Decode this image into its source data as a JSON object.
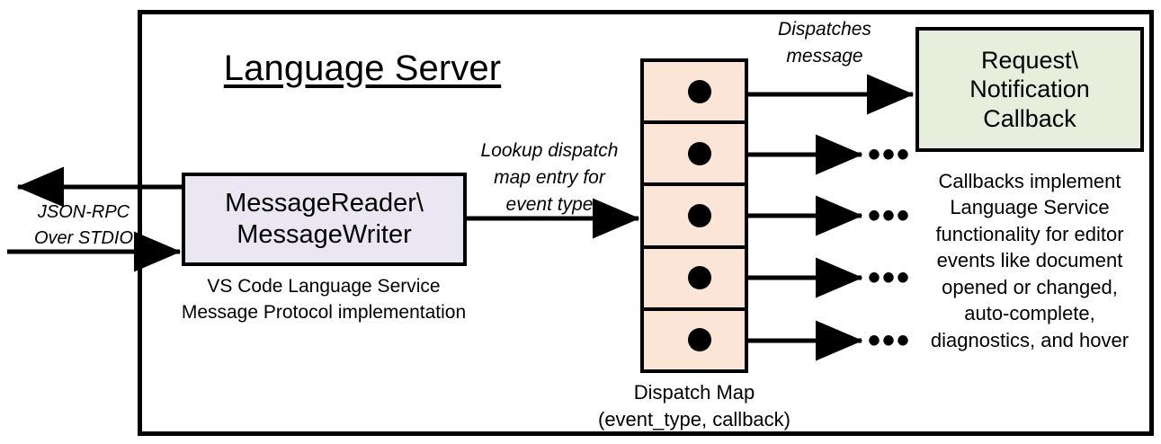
{
  "diagram": {
    "title": "Language Server",
    "frame_name": "language-server-boundary",
    "colors": {
      "message_box_fill": "#EAE6F2",
      "dispatch_map_fill": "#FBE5D6",
      "callback_box_fill": "#E7EEDC",
      "stroke": "#000000",
      "background": "#FFFFFF"
    },
    "nodes": {
      "message_reader_writer": {
        "label": "MessageReader\\\nMessageWriter",
        "caption": "VS Code Language Service\nMessage Protocol implementation"
      },
      "dispatch_map": {
        "caption": "Dispatch Map\n(event_type, callback)",
        "row_count": 5,
        "rows": [
          {
            "index": 1,
            "has_dot": true,
            "target": "Request\\Notification Callback"
          },
          {
            "index": 2,
            "has_dot": true,
            "target": "..."
          },
          {
            "index": 3,
            "has_dot": true,
            "target": "..."
          },
          {
            "index": 4,
            "has_dot": true,
            "target": "..."
          },
          {
            "index": 5,
            "has_dot": true,
            "target": "..."
          }
        ]
      },
      "callback": {
        "label": "Request\\\nNotification\nCallback",
        "caption": "Callbacks implement\nLanguage Service\nfunctionality for editor\nevents like document\nopened or changed,\nauto-complete,\ndiagnostics, and hover"
      }
    },
    "edges": {
      "external_io": {
        "label": "JSON-RPC\nOver STDIO"
      },
      "lookup": {
        "label": "Lookup dispatch\nmap entry for\nevent type"
      },
      "dispatch": {
        "label": "Dispatches\nmessage"
      }
    },
    "ellipsis": "•••"
  }
}
